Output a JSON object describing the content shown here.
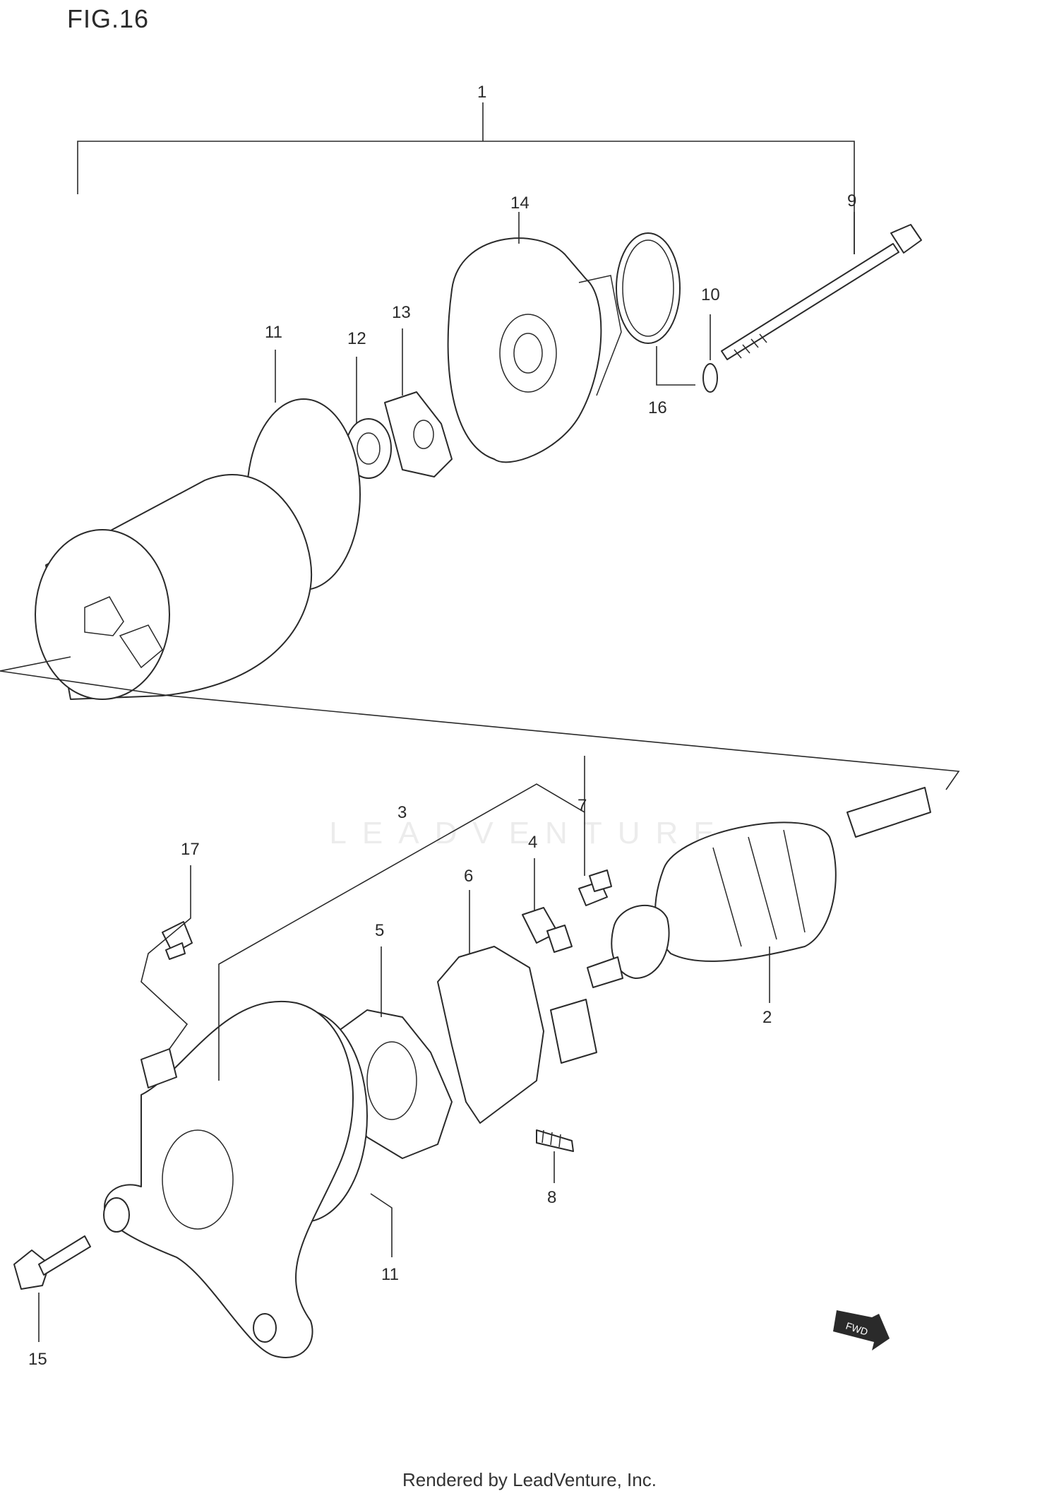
{
  "figure": {
    "title": "FIG.16"
  },
  "callouts": [
    {
      "id": "c1",
      "text": "1"
    },
    {
      "id": "c9",
      "text": "9"
    },
    {
      "id": "c14",
      "text": "14"
    },
    {
      "id": "c10",
      "text": "10"
    },
    {
      "id": "c16",
      "text": "16"
    },
    {
      "id": "c11a",
      "text": "11"
    },
    {
      "id": "c12",
      "text": "12"
    },
    {
      "id": "c13",
      "text": "13"
    },
    {
      "id": "c3",
      "text": "3"
    },
    {
      "id": "c7",
      "text": "7"
    },
    {
      "id": "c17",
      "text": "17"
    },
    {
      "id": "c4",
      "text": "4"
    },
    {
      "id": "c6",
      "text": "6"
    },
    {
      "id": "c5",
      "text": "5"
    },
    {
      "id": "c2",
      "text": "2"
    },
    {
      "id": "c8",
      "text": "8"
    },
    {
      "id": "c11b",
      "text": "11"
    },
    {
      "id": "c15",
      "text": "15"
    }
  ],
  "watermark": "LEADVENTURE",
  "fwd_badge": "FWD",
  "footer": "Rendered by LeadVenture, Inc."
}
